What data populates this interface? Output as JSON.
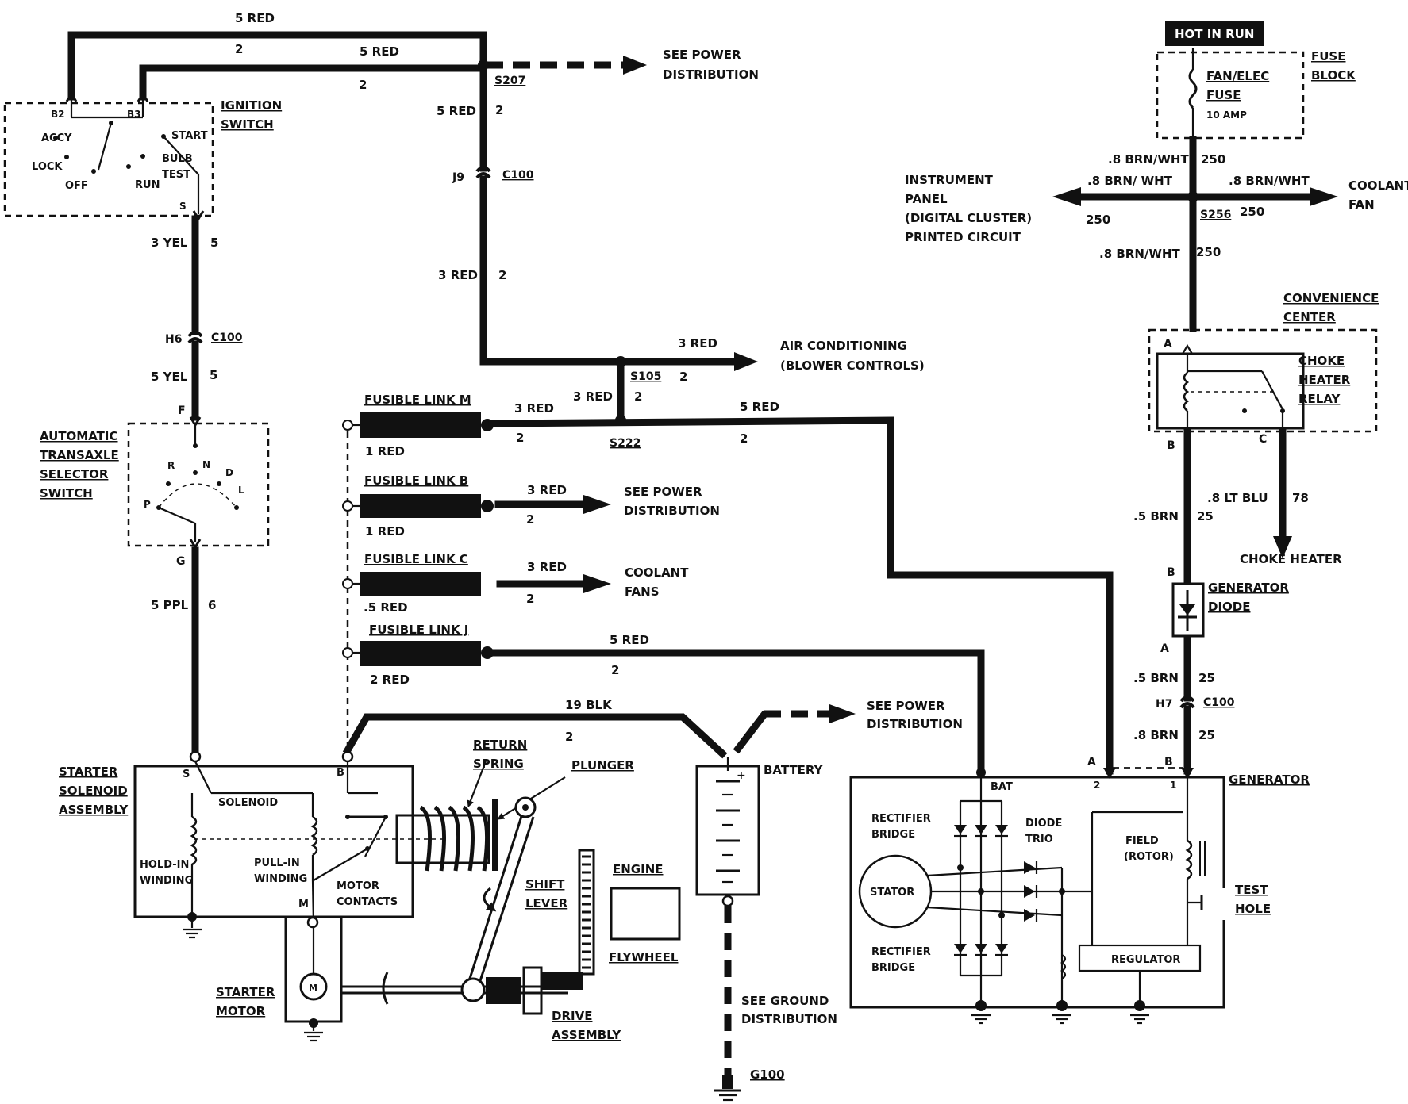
{
  "labels": {
    "top_5red": "5 RED",
    "top_2a": "2",
    "top_5red_b": "5 RED",
    "top_2b": "2",
    "see_power_1a": "SEE POWER",
    "see_power_1b": "DISTRIBUTION",
    "s207": "S207",
    "red5_2": "5 RED",
    "n2_c": "2",
    "j9": "J9",
    "c100_top": "C100",
    "red3_v": "3 RED",
    "n2_d": "2",
    "ign_title_a": "IGNITION",
    "ign_title_b": "SWITCH",
    "ign_accy": "ACCY",
    "ign_lock": "LOCK",
    "ign_off": "OFF",
    "ign_run": "RUN",
    "ign_start": "START",
    "ign_bulb": "BULB",
    "ign_test": "TEST",
    "ign_b2": "B2",
    "ign_b3": "B3",
    "ign_s": "S",
    "yel3": "3 YEL",
    "n5_a": "5",
    "h6": "H6",
    "c100_left": "C100",
    "yel5": "5 YEL",
    "n5_b": "5",
    "f_pin": "F",
    "ats_a": "AUTOMATIC",
    "ats_b": "TRANSAXLE",
    "ats_c": "SELECTOR",
    "ats_d": "SWITCH",
    "gear_r": "R",
    "gear_n": "N",
    "gear_d": "D",
    "gear_p": "P",
    "gear_l": "L",
    "g_pin": "G",
    "ppl5": "5 PPL",
    "n6": "6",
    "red3_ac": "3 RED",
    "ac_a": "AIR CONDITIONING",
    "ac_b": "(BLOWER CONTROLS)",
    "s105": "S105",
    "n2_e": "2",
    "red3_s105": "3 RED",
    "n2_f": "2",
    "fl_m": "FUSIBLE LINK M",
    "red1_m": "1 RED",
    "red3_m": "3 RED",
    "n2_g": "2",
    "s222": "S222",
    "red5_m": "5 RED",
    "n2_h": "2",
    "fl_b": "FUSIBLE LINK B",
    "red1_b": "1 RED",
    "red3_b": "3 RED",
    "n2_i": "2",
    "see_power_2a": "SEE POWER",
    "see_power_2b": "DISTRIBUTION",
    "fl_c": "FUSIBLE LINK C",
    "red5_c": ".5 RED",
    "red3_c": "3 RED",
    "n2_j": "2",
    "coolant_fans_a": "COOLANT",
    "coolant_fans_b": "FANS",
    "fl_j": "FUSIBLE LINK J",
    "red2_j": "2 RED",
    "red5_j": "5 RED",
    "n2_k": "2",
    "blk19": "19 BLK",
    "n2_l": "2",
    "see_power_3a": "SEE POWER",
    "see_power_3b": "DISTRIBUTION",
    "sol_a": "STARTER",
    "sol_b": "SOLENOID",
    "sol_c": "ASSEMBLY",
    "sol_s": "S",
    "sol_b_pin": "B",
    "sol_m": "M",
    "solenoid": "SOLENOID",
    "hold_a": "HOLD-IN",
    "hold_b": "WINDING",
    "pull_a": "PULL-IN",
    "pull_b": "WINDING",
    "motor_c_a": "MOTOR",
    "motor_c_b": "CONTACTS",
    "return_a": "RETURN",
    "return_b": "SPRING",
    "plunger": "PLUNGER",
    "shift_a": "SHIFT",
    "shift_b": "LEVER",
    "engine": "ENGINE",
    "flywheel": "FLYWHEEL",
    "starter_a": "STARTER",
    "starter_b": "MOTOR",
    "motor_m": "M",
    "drive_a": "DRIVE",
    "drive_b": "ASSEMBLY",
    "battery": "BATTERY",
    "ground_a": "SEE GROUND",
    "ground_b": "DISTRIBUTION",
    "g100": "G100",
    "hot_in_run": "HOT IN RUN",
    "fuse_a": "FAN/ELEC",
    "fuse_b": "FUSE",
    "fuse_amp": "10 AMP",
    "fuse_block_a": "FUSE",
    "fuse_block_b": "BLOCK",
    "bw_a": ".8 BRN/WHT",
    "n250_a": "250",
    "bw_left": ".8 BRN/ WHT",
    "bw_right": ".8 BRN/WHT",
    "n250_l": "250",
    "s256": "S256",
    "n250_r": "250",
    "ip_a": "INSTRUMENT",
    "ip_b": "PANEL",
    "ip_c": "(DIGITAL CLUSTER)",
    "ip_d": "PRINTED CIRCUIT",
    "cfan_a": "COOLANT",
    "cfan_b": "FAN",
    "bw_b": ".8 BRN/WHT",
    "n250_b": "250",
    "conv_a": "CONVENIENCE",
    "conv_b": "CENTER",
    "choke_r_a": "CHOKE",
    "choke_r_b": "HEATER",
    "choke_r_c": "RELAY",
    "relay_a": "A",
    "relay_b": "B",
    "relay_c": "C",
    "brn5_a": ".5 BRN",
    "n25_a": "25",
    "ltblu": ".8 LT BLU",
    "n78": "78",
    "choke_heater": "CHOKE HEATER",
    "diode_b": "B",
    "diode_a": "A",
    "gen_diode_a": "GENERATOR",
    "gen_diode_b": "DIODE",
    "brn5_b": ".5 BRN",
    "n25_b": "25",
    "h7": "H7",
    "c100_right": "C100",
    "brn8": ".8 BRN",
    "n25_c": "25",
    "gen_a_pin": "A",
    "gen_b_pin": "B",
    "gen_2": "2",
    "gen_1": "1",
    "generator": "GENERATOR",
    "bat": "BAT",
    "rect_top_a": "RECTIFIER",
    "rect_top_b": "BRIDGE",
    "diode_trio_a": "DIODE",
    "diode_trio_b": "TRIO",
    "stator": "STATOR",
    "rect_bot_a": "RECTIFIER",
    "rect_bot_b": "BRIDGE",
    "field_a": "FIELD",
    "field_b": "(ROTOR)",
    "regulator": "REGULATOR",
    "test_a": "TEST",
    "test_b": "HOLE"
  }
}
